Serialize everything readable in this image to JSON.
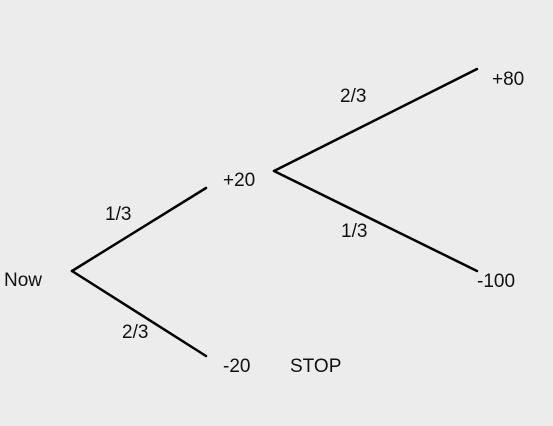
{
  "tree": {
    "root": {
      "label": "Now"
    },
    "nodes": {
      "up": {
        "label": "+20"
      },
      "down": {
        "label": "-20"
      },
      "up_up": {
        "label": "+80"
      },
      "up_down": {
        "label": "-100"
      }
    },
    "edges": {
      "root_up": {
        "probability": "1/3"
      },
      "root_down": {
        "probability": "2/3"
      },
      "up_up": {
        "probability": "2/3"
      },
      "up_down": {
        "probability": "1/3"
      }
    },
    "stop_label": "STOP"
  }
}
